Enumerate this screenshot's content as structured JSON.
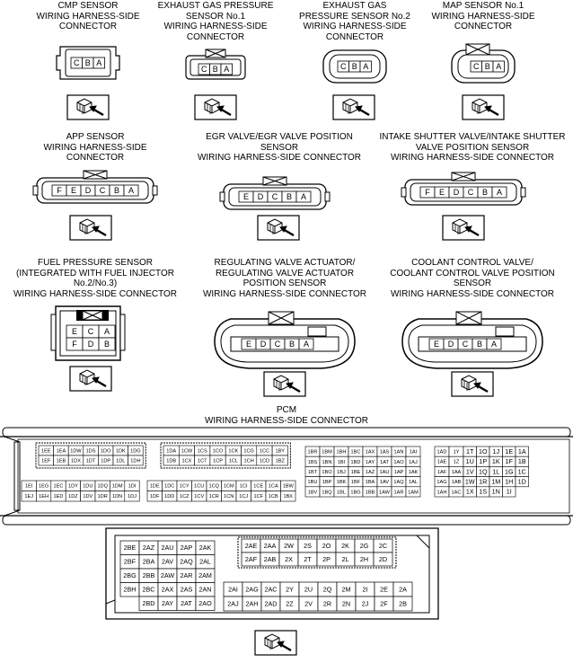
{
  "sensors": {
    "cmp": {
      "title": "CMP SENSOR\nWIRING HARNESS-SIDE\nCONNECTOR",
      "pins": [
        "C",
        "B",
        "A"
      ]
    },
    "egp1": {
      "title": "EXHAUST GAS PRESSURE\nSENSOR No.1\nWIRING HARNESS-SIDE\nCONNECTOR",
      "pins": [
        "C",
        "B",
        "A"
      ]
    },
    "egp2": {
      "title": "EXHAUST GAS\nPRESSURE SENSOR No.2\nWIRING HARNESS-SIDE\nCONNECTOR",
      "pins": [
        "C",
        "B",
        "A"
      ]
    },
    "map1": {
      "title": "MAP SENSOR No.1\nWIRING HARNESS-SIDE\nCONNECTOR",
      "pins": [
        "C",
        "B",
        "A"
      ]
    },
    "app": {
      "title": "APP SENSOR\nWIRING HARNESS-SIDE\nCONNECTOR",
      "pins": [
        "F",
        "E",
        "D",
        "C",
        "B",
        "A"
      ]
    },
    "egr": {
      "title": "EGR VALVE/EGR VALVE POSITION\nSENSOR\nWIRING HARNESS-SIDE CONNECTOR",
      "pins": [
        "E",
        "D",
        "C",
        "B",
        "A"
      ]
    },
    "intake": {
      "title": "INTAKE SHUTTER VALVE/INTAKE SHUTTER\nVALVE POSITION SENSOR\nWIRING HARNESS-SIDE CONNECTOR",
      "pins": [
        "F",
        "E",
        "D",
        "C",
        "B",
        "A"
      ]
    },
    "fuel": {
      "title": "FUEL PRESSURE SENSOR\n(INTEGRATED WITH FUEL INJECTOR\nNo.2/No.3)\nWIRING HARNESS-SIDE CONNECTOR",
      "pins": [
        "E",
        "C",
        "A",
        "F",
        "D",
        "B"
      ]
    },
    "regulating": {
      "title": "REGULATING VALVE ACTUATOR/\nREGULATING VALVE ACTUATOR\nPOSITION SENSOR\nWIRING HARNESS-SIDE CONNECTOR",
      "pins": [
        "E",
        "D",
        "C",
        "B",
        "A"
      ]
    },
    "coolant": {
      "title": "COOLANT CONTROL VALVE/\nCOOLANT CONTROL VALVE POSITION\nSENSOR\nWIRING HARNESS-SIDE CONNECTOR",
      "pins": [
        "E",
        "D",
        "C",
        "B",
        "A"
      ]
    }
  },
  "pcm": {
    "title": "PCM\nWIRING HARNESS-SIDE CONNECTOR",
    "g1r1": [
      "1EE",
      "1EA",
      "1DW",
      "1DS",
      "1DO",
      "1DK",
      "1DG"
    ],
    "g1r2": [
      "1EF",
      "1EB",
      "1DX",
      "1DT",
      "1DP",
      "1DL",
      "1DH"
    ],
    "g2r1": [
      "1DA",
      "1CW",
      "1CS",
      "1CO",
      "1CK",
      "1CG",
      "1CC",
      "1BY"
    ],
    "g2r2": [
      "1DB",
      "1CX",
      "1CT",
      "1CP",
      "1CL",
      "1CH",
      "1CD",
      "1BZ"
    ],
    "g3r1": [
      "1BR",
      "1BM",
      "1BH",
      "1BC",
      "1AX",
      "1AS",
      "1AN",
      "1AI"
    ],
    "g3r2": [
      "1BS",
      "1BN",
      "1BI",
      "1BD",
      "1AY",
      "1AT",
      "1AO",
      "1AJ"
    ],
    "g3r3": [
      "1BT",
      "1BO",
      "1BJ",
      "1BE",
      "1AZ",
      "1AU",
      "1AP",
      "1AK"
    ],
    "g3r4": [
      "1BU",
      "1BP",
      "1BK",
      "1BF",
      "1BA",
      "1AV",
      "1AQ",
      "1AL"
    ],
    "g3r5": [
      "1BV",
      "1BQ",
      "1BL",
      "1BG",
      "1BB",
      "1AW",
      "1AR",
      "1AM"
    ],
    "g4r1": [
      "1EI",
      "1EG",
      "1EC",
      "1DY",
      "1DU",
      "1DQ",
      "1DM",
      "1DI"
    ],
    "g4r2": [
      "1EJ",
      "1EH",
      "1ED",
      "1DZ",
      "1DV",
      "1DR",
      "1DN",
      "1DJ"
    ],
    "g5r1": [
      "1DE",
      "1DC",
      "1CY",
      "1CU",
      "1CQ",
      "1CM",
      "1CI",
      "1CE",
      "1CA",
      "1BW"
    ],
    "g5r2": [
      "1DF",
      "1DD",
      "1CZ",
      "1CV",
      "1CR",
      "1CN",
      "1CJ",
      "1CF",
      "1CB",
      "1BX"
    ],
    "g6r1": [
      "1AD",
      "1Y",
      "1T",
      "1O",
      "1J",
      "1E",
      "1A"
    ],
    "g6r2": [
      "1AE",
      "1Z",
      "1U",
      "1P",
      "1K",
      "1F",
      "1B"
    ],
    "g6r3": [
      "1AF",
      "1AA",
      "1V",
      "1Q",
      "1L",
      "1G",
      "1C"
    ],
    "g6r4": [
      "1AG",
      "1AB",
      "1W",
      "1R",
      "1M",
      "1H",
      "1D"
    ],
    "g6r5": [
      "1AH",
      "1AC",
      "1X",
      "1S",
      "1N",
      "1I"
    ],
    "l1": [
      "2BE",
      "2AZ",
      "2AU",
      "2AP",
      "2AK"
    ],
    "l2": [
      "2BF",
      "2BA",
      "2AV",
      "2AQ",
      "2AL"
    ],
    "l3": [
      "2BG",
      "2BB",
      "2AW",
      "2AR",
      "2AM"
    ],
    "l4": [
      "2BH",
      "2BC",
      "2AX",
      "2AS",
      "2AN"
    ],
    "l5": [
      "2BD",
      "2AY",
      "2AT",
      "2AO"
    ],
    "m1": [
      "2AE",
      "2AA",
      "2W",
      "2S",
      "2O",
      "2K",
      "2G",
      "2C"
    ],
    "m2": [
      "2AF",
      "2AB",
      "2X",
      "2T",
      "2P",
      "2L",
      "2H",
      "2D"
    ],
    "b1": [
      "2AI",
      "2AG",
      "2AC",
      "2Y",
      "2U",
      "2Q",
      "2M",
      "2I",
      "2E",
      "2A"
    ],
    "b2": [
      "2AJ",
      "2AH",
      "2AD",
      "2Z",
      "2V",
      "2R",
      "2N",
      "2J",
      "2F",
      "2B"
    ]
  }
}
